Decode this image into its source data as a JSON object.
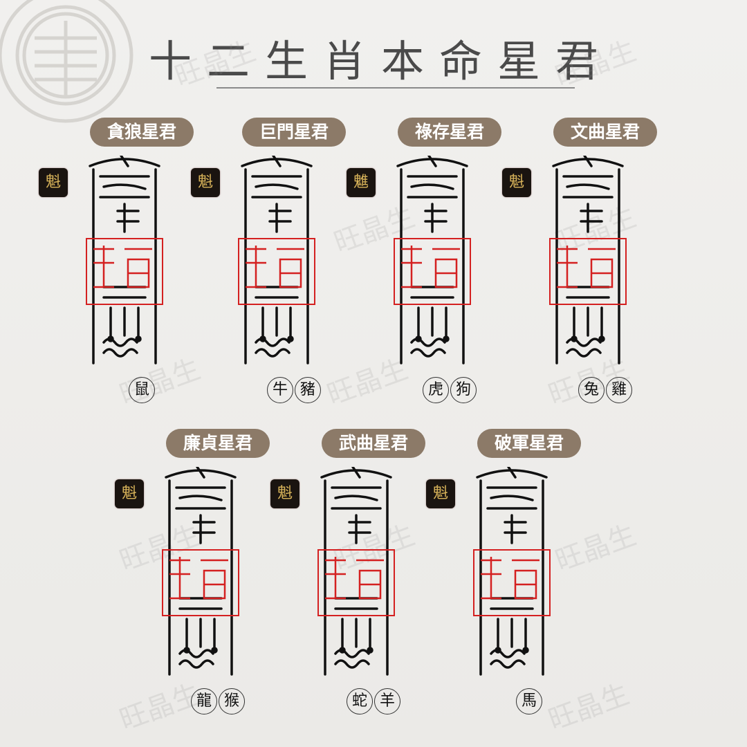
{
  "title": "十二生肖本命星君",
  "watermark": "旺晶生",
  "colors": {
    "pill": "#8c7a68",
    "seal_bg": "#1a1410",
    "seal_text": "#d9b45a",
    "talisman_red": "#d42020",
    "ink": "#111111"
  },
  "cards": [
    {
      "name": "貪狼星君",
      "seal": "魁",
      "zodiac": [
        "鼠"
      ]
    },
    {
      "name": "巨門星君",
      "seal": "魁",
      "zodiac": [
        "牛",
        "豬"
      ]
    },
    {
      "name": "祿存星君",
      "seal": "魋",
      "zodiac": [
        "虎",
        "狗"
      ]
    },
    {
      "name": "文曲星君",
      "seal": "魁",
      "zodiac": [
        "兔",
        "雞"
      ]
    },
    {
      "name": "廉貞星君",
      "seal": "魁",
      "zodiac": [
        "龍",
        "猴"
      ]
    },
    {
      "name": "武曲星君",
      "seal": "魁",
      "zodiac": [
        "蛇",
        "羊"
      ]
    },
    {
      "name": "破軍星君",
      "seal": "魁",
      "zodiac": [
        "馬"
      ]
    }
  ]
}
